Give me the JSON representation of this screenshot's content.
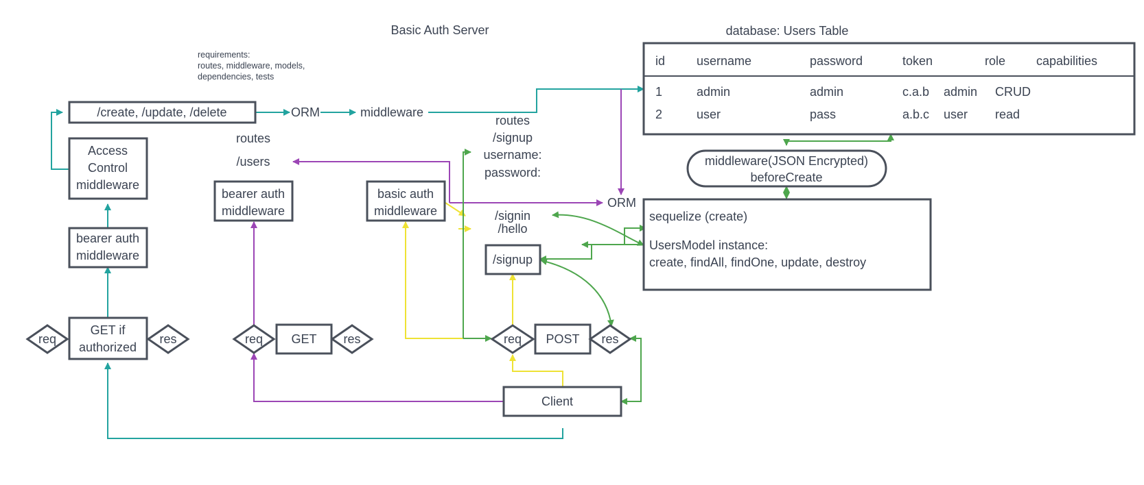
{
  "title": "Basic Auth Server",
  "requirements": {
    "line1": "requirements:",
    "line2": "routes, middleware, models,",
    "line3": "dependencies, tests"
  },
  "colors": {
    "teal": "#22a39f",
    "purple": "#9b45b5",
    "yellow": "#eee234",
    "green": "#4ea64d",
    "box_border": "#4a505b",
    "text": "#3b4352"
  },
  "left": {
    "routes_box": "/create, /update, /delete",
    "orm": "ORM",
    "middleware": "middleware",
    "access_control": [
      "Access",
      "Control",
      "middleware"
    ],
    "bearer_auth": [
      "bearer auth",
      "middleware"
    ],
    "get_if": [
      "GET if",
      "authorized"
    ],
    "req": "req",
    "res": "res"
  },
  "middle": {
    "routes": "routes",
    "users": "/users",
    "bearer_auth": [
      "bearer auth",
      "middleware"
    ],
    "req": "req",
    "get": "GET",
    "res": "res"
  },
  "right_mid": {
    "basic_auth": [
      "basic auth",
      "middleware"
    ],
    "routes": "routes",
    "signup_route": "/signup",
    "username": "username:",
    "password": "password:",
    "orm": "ORM",
    "signin": "/signin",
    "hello": "/hello",
    "signup_box": "/signup",
    "req": "req",
    "post": "POST",
    "res": "res",
    "client": "Client"
  },
  "database": {
    "title": "database: Users Table",
    "columns": [
      "id",
      "username",
      "password",
      "token",
      "role",
      "capabilities"
    ],
    "rows": [
      [
        "1",
        "admin",
        "admin",
        "c.a.b",
        "admin",
        "CRUD"
      ],
      [
        "2",
        "user",
        "pass",
        "a.b.c",
        "user",
        "read"
      ]
    ]
  },
  "hook": {
    "line1": "middleware(JSON Encrypted)",
    "line2": "beforeCreate"
  },
  "sequelize": {
    "line1": "sequelize (create)",
    "line2": "UsersModel instance:",
    "line3": "create, findAll, findOne, update, destroy"
  }
}
